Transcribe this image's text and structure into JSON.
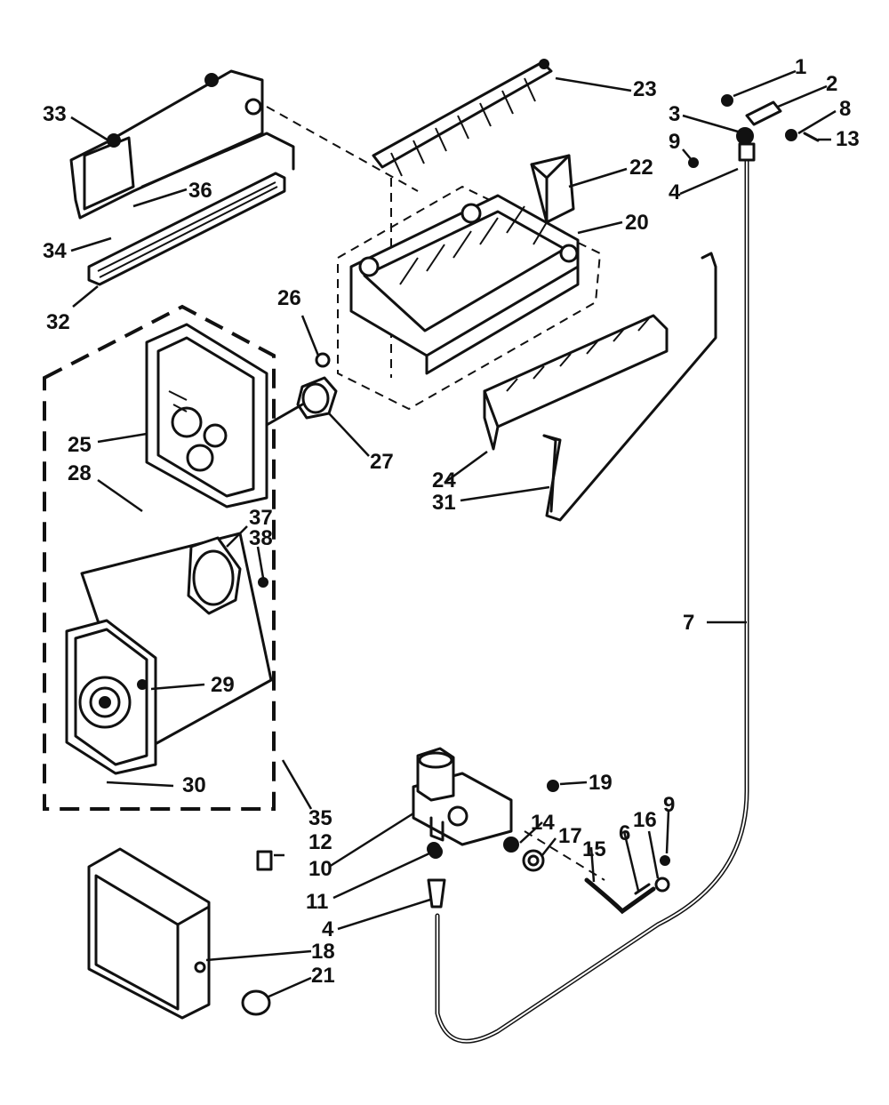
{
  "callouts": {
    "c1": "1",
    "c2": "2",
    "c3": "3",
    "c8": "8",
    "c9a": "9",
    "c13": "13",
    "c4a": "4",
    "c22": "22",
    "c23": "23",
    "c20": "20",
    "c33": "33",
    "c36": "36",
    "c34": "34",
    "c32": "32",
    "c26": "26",
    "c27": "27",
    "c25": "25",
    "c28": "28",
    "c24": "24",
    "c31": "31",
    "c37": "37",
    "c38": "38",
    "c29": "29",
    "c30": "30",
    "c7": "7",
    "c19": "19",
    "c35": "35",
    "c12": "12",
    "c10": "10",
    "c14": "14",
    "c17": "17",
    "c15": "15",
    "c6": "6",
    "c16": "16",
    "c9b": "9",
    "c11": "11",
    "c4b": "4",
    "c18": "18",
    "c21": "21"
  }
}
